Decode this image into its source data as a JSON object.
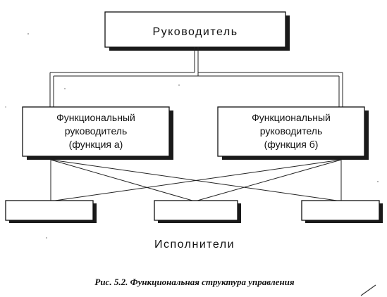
{
  "diagram": {
    "head": {
      "label": "Руководитель"
    },
    "functional_heads": [
      {
        "lines": [
          "Функциональный",
          "руководитель",
          "(функция а)"
        ]
      },
      {
        "lines": [
          "Функциональный",
          "руководитель",
          "(функция б)"
        ]
      }
    ],
    "executors": [
      {
        "label": ""
      },
      {
        "label": ""
      },
      {
        "label": ""
      }
    ],
    "executors_label": "Исполнители",
    "caption": "Рис. 5.2. Функциональная структура управления"
  }
}
